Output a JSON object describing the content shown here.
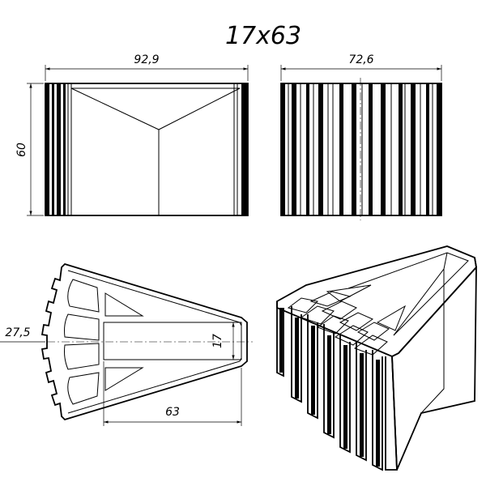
{
  "title": "17x63",
  "dimensions": {
    "front_width": "92,9",
    "side_width": "72,6",
    "height": "60",
    "top_width": "27,5",
    "slot_width": "17",
    "slot_length": "63"
  }
}
